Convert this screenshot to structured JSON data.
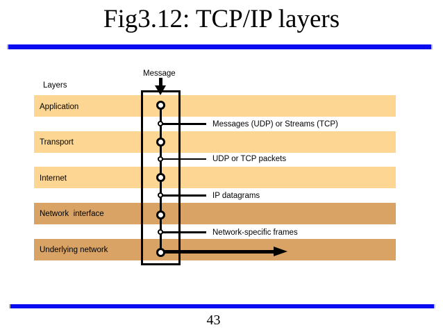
{
  "slide": {
    "title": "Fig3.12: TCP/IP layers",
    "page_number": "43"
  },
  "colors": {
    "accent_blue": "#0B0BEF",
    "band_light": "#FCD692",
    "band_dark": "#D8A364",
    "line_black": "#000000"
  },
  "diagram": {
    "layers_label": "Layers",
    "message_label": "Message",
    "bands": [
      {
        "label": "Application",
        "tone": "light"
      },
      {
        "label": "Transport",
        "tone": "light"
      },
      {
        "label": "Internet",
        "tone": "light"
      },
      {
        "label": "Network  interface",
        "tone": "dark"
      },
      {
        "label": "Underlying network",
        "tone": "dark"
      }
    ],
    "annotations": [
      {
        "label": "Messages (UDP) or Streams (TCP)"
      },
      {
        "label": "UDP or TCP packets"
      },
      {
        "label": "IP datagrams"
      },
      {
        "label": "Network-specific frames"
      }
    ],
    "icons": {
      "message_arrow": "down-arrow-icon",
      "flow_arrow": "right-arrow-icon"
    }
  }
}
